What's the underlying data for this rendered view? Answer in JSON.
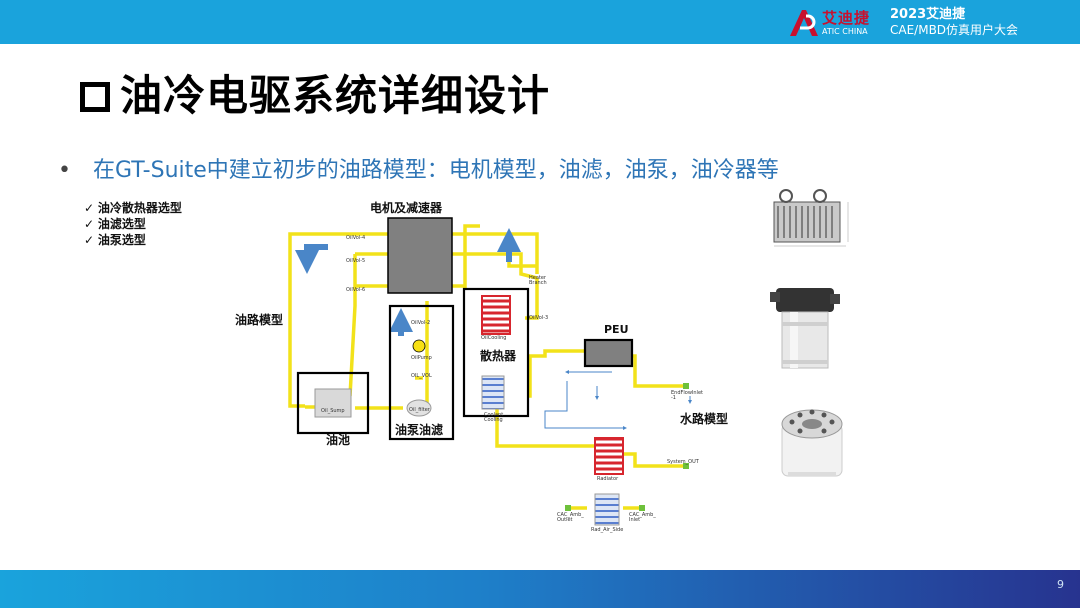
{
  "header": {
    "logo_cn": "艾迪捷",
    "logo_en": "ATIC CHINA",
    "conf_year": "2023艾迪捷",
    "conf_name": "CAE/MBD仿真用户大会"
  },
  "title": "油冷电驱系统详细设计",
  "bullet": "在GT-Suite中建立初步的油路模型：电机模型，油滤，油泵，油冷器等",
  "checklist": [
    "油冷散热器选型",
    "油滤选型",
    "油泵选型"
  ],
  "diagram": {
    "motor_label": "电机及减速器",
    "oil_circuit_label": "油路模型",
    "radiator_label": "散热器",
    "peu_label": "PEU",
    "water_circuit_label": "水路模型",
    "sump_label": "油池",
    "pump_filter_label": "油泵油滤",
    "tiny": {
      "oilvol4": "OilVol-4",
      "oilvol5": "OilVol-5",
      "oilvol6": "OilVol-6",
      "oilvol2": "OilVol-2",
      "oilvol3": "OilVol-3",
      "heater": "Heater\nBranch",
      "oilcooling": "OilCooling",
      "oilpump": "OilPump",
      "oilvol": "OIL_VOL",
      "sump": "Oil_Sump",
      "filter": "Oil_filter",
      "coolant": "Coolant\nCooling",
      "endflow": "EndFlowInlet\n-1",
      "system_out": "System_OUT",
      "radiator": "Radiator",
      "cac_outlet": "CAC_Amb_\nOutlet",
      "cac_inlet": "CAC_Amb_\nInlet",
      "rad_air": "Rad_Air_Side"
    }
  },
  "page_number": "9",
  "colors": {
    "header_blue": "#1aa3dc",
    "footer_dark": "#27338f",
    "bullet_blue": "#2e75b6",
    "pipe_yellow": "#f2e21a",
    "arrow_blue": "#4a86c8",
    "radiator_red": "#d7262e"
  }
}
